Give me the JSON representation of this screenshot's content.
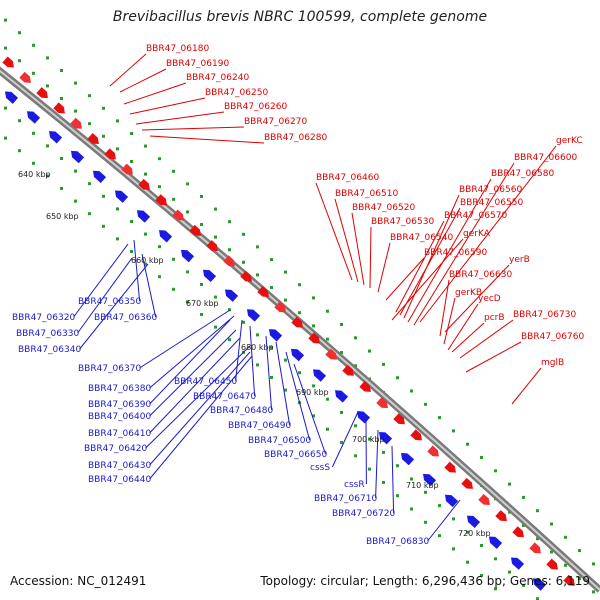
{
  "header": {
    "title": "Brevibacillus brevis NBRC 100599, complete genome"
  },
  "footer": {
    "accession": "Accession: NC_012491",
    "summary": "Topology: circular; Length: 6,296,436 bp; Genes: 6,119"
  },
  "colors": {
    "forward_label": "#e00000",
    "reverse_label": "#1a1ad0",
    "backbone": "#909090"
  },
  "ticks": [
    "640 kbp",
    "650 kbp",
    "660 kbp",
    "670 kbp",
    "680 kbp",
    "690 kbp",
    "700 kbp",
    "710 kbp",
    "720 kbp"
  ],
  "genes_forward": [
    "BBR47_06180",
    "BBR47_06190",
    "BBR47_06240",
    "BBR47_06250",
    "BBR47_06260",
    "BBR47_06270",
    "BBR47_06280",
    "gerKC",
    "BBR47_06600",
    "BBR47_06580",
    "BBR47_06460",
    "BBR47_06560",
    "BBR47_06510",
    "BBR47_06550",
    "BBR47_06520",
    "BBR47_06570",
    "BBR47_06530",
    "gerKA",
    "BBR47_06540",
    "BBR47_06590",
    "yerB",
    "BBR47_06630",
    "gerKB",
    "yecD",
    "BBR47_06730",
    "pcrB",
    "BBR47_06760",
    "mglB"
  ],
  "genes_reverse": [
    "BBR47_06350",
    "BBR47_06320",
    "BBR47_06360",
    "BBR47_06330",
    "BBR47_06340",
    "BBR47_06370",
    "BBR47_06380",
    "BBR47_06450",
    "BBR47_06390",
    "BBR47_06470",
    "BBR47_06400",
    "BBR47_06480",
    "BBR47_06410",
    "BBR47_06490",
    "BBR47_06420",
    "BBR47_06500",
    "BBR47_06430",
    "BBR47_06650",
    "BBR47_06440",
    "cssS",
    "cssR",
    "BBR47_06710",
    "BBR47_06720",
    "BBR47_06830"
  ]
}
